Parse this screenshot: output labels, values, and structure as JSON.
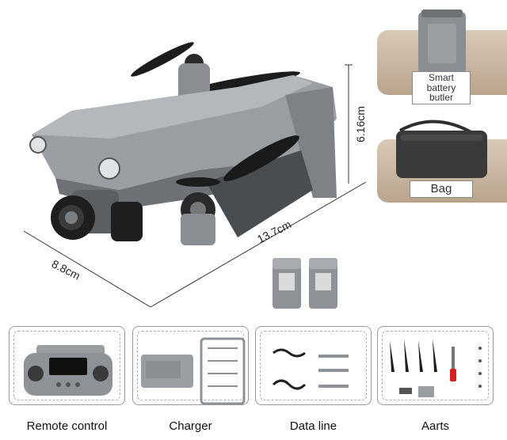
{
  "dimensions": {
    "width": "13.7cm",
    "depth": "8.8cm",
    "height": "6.16cm"
  },
  "accessories_top": {
    "battery_label": "Smart battery butler",
    "bag_label": "Bag"
  },
  "package_contents": [
    {
      "caption": "Remote control"
    },
    {
      "caption": "Charger"
    },
    {
      "caption": "Data line"
    },
    {
      "caption": "Aarts"
    }
  ],
  "colors": {
    "drone_body": "#8e9296",
    "panel_border": "#9a9a9a",
    "card_tan": "#c7b49e",
    "screwdriver_red": "#d42020"
  }
}
